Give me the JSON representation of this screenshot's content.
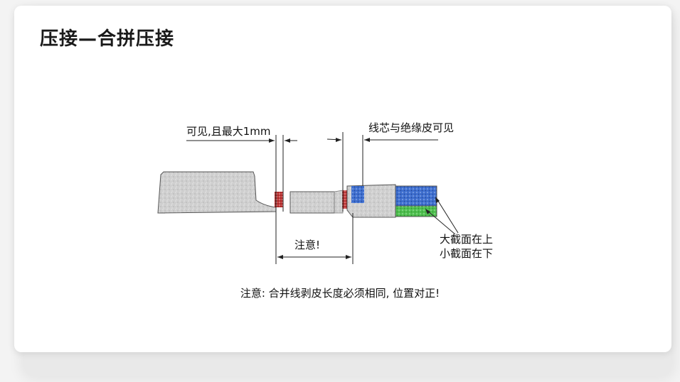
{
  "title": "压接—合拼压接",
  "labels": {
    "visible_max": "可见,且最大1mm",
    "core_insulation": "线芯与绝缘皮可见",
    "attention": "注意!",
    "large_section": "大截面在上",
    "small_section": "小截面在下"
  },
  "footer_note": "注意: 合并线剥皮长度必须相同, 位置对正!",
  "colors": {
    "terminal_gray": "#c8c8c8",
    "insulation_red": "#c23a3a",
    "large_wire_blue": "#3f6fcf",
    "small_wire_green": "#4fbf4f"
  }
}
